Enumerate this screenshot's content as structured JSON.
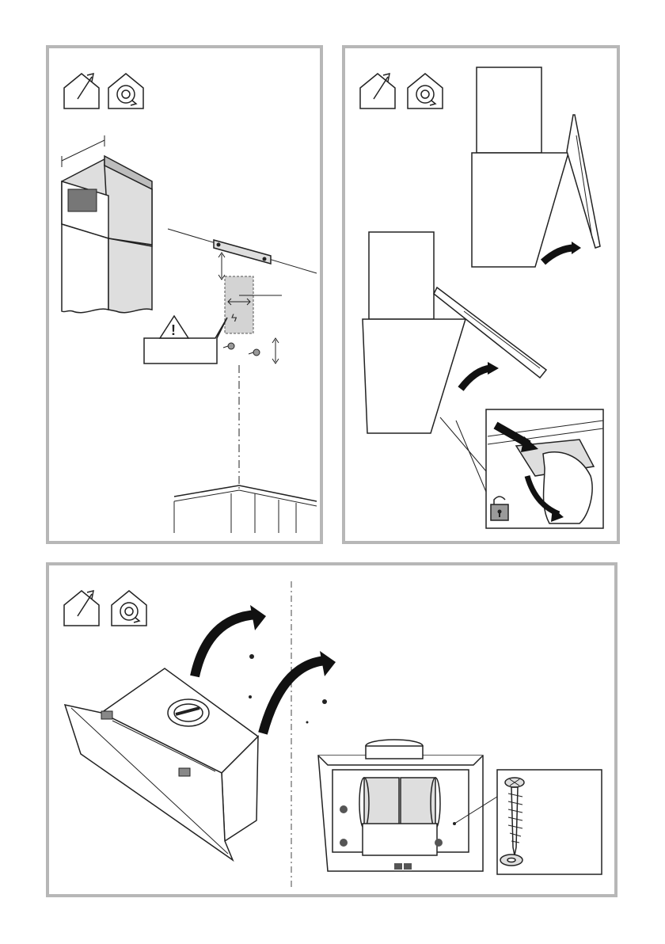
{
  "panels": [
    {
      "id": 1,
      "icons": [
        "ducted-house-icon",
        "recirculation-house-icon"
      ]
    },
    {
      "id": 2,
      "icons": [
        "ducted-house-icon",
        "recirculation-house-icon"
      ]
    },
    {
      "id": 3,
      "icons": [
        "ducted-house-icon",
        "recirculation-house-icon"
      ]
    }
  ],
  "symbols": {
    "warning": "!",
    "electric": "ϟ"
  },
  "colors": {
    "border": "#b7b7b7",
    "line": "#222222",
    "panel_fill": "#dedede",
    "dark_fill": "#bdbdbd"
  }
}
